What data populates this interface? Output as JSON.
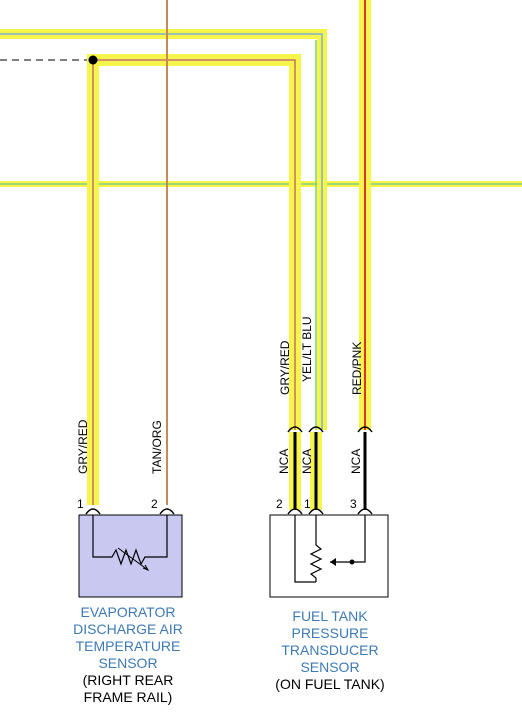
{
  "colors": {
    "highlight": "#f6f54a",
    "green_line": "#7fd07f",
    "red_wire": "#e03030",
    "tan_wire": "#c88a55",
    "sensor_fill": "#c8c8f0",
    "caption_blue": "#3d7ab5"
  },
  "wires": {
    "gry_red_left": "GRY/RED",
    "tan_org": "TAN/ORG",
    "gry_red_right": "GRY/RED",
    "yel_lt_blu": "YEL/LT BLU",
    "red_pnk": "RED/PNK"
  },
  "connector_tags": {
    "nca_1": "NCA",
    "nca_2": "NCA",
    "nca_3": "NCA"
  },
  "pins": {
    "evap_pin1": "1",
    "evap_pin2": "2",
    "fuel_pin2": "2",
    "fuel_pin1": "1",
    "fuel_pin3": "3"
  },
  "components": {
    "evap_sensor": {
      "name_lines": [
        "EVAPORATOR",
        "DISCHARGE AIR",
        "TEMPERATURE",
        "SENSOR"
      ],
      "location_lines": [
        "(RIGHT REAR",
        "FRAME RAIL)"
      ]
    },
    "fuel_sensor": {
      "name_lines": [
        "FUEL TANK",
        "PRESSURE",
        "TRANSDUCER",
        "SENSOR"
      ],
      "location_lines": [
        "(ON FUEL TANK)"
      ]
    }
  }
}
